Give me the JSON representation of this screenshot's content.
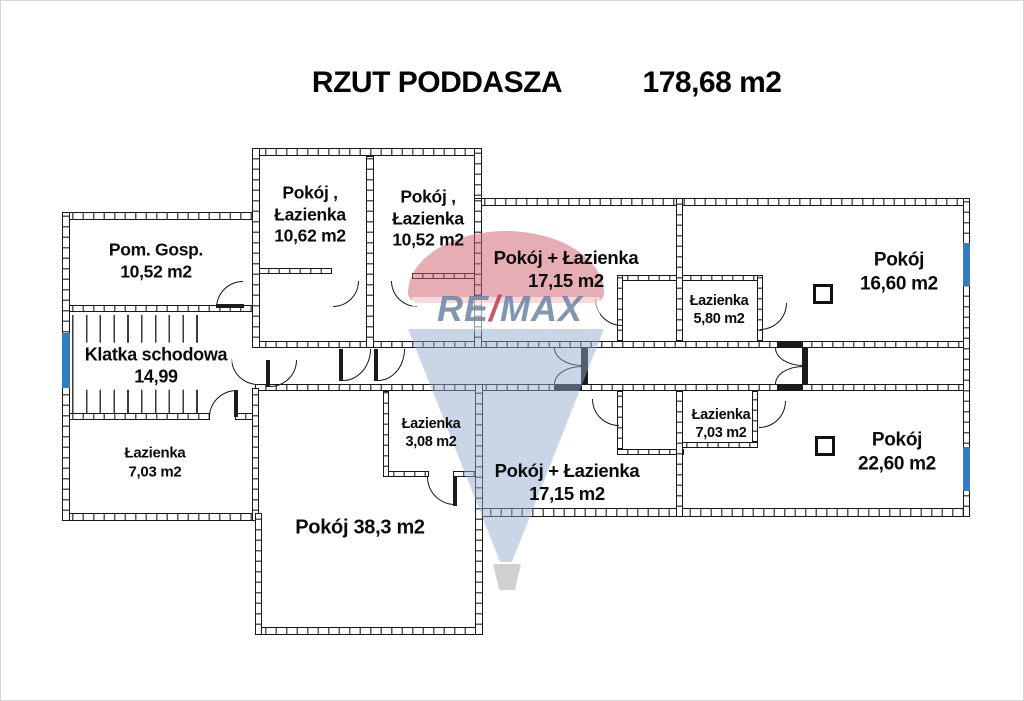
{
  "title": {
    "main": "RZUT PODDASZA",
    "area": "178,68 m2"
  },
  "watermark": {
    "re": "RE",
    "slash": "/",
    "max": "MAX"
  },
  "colors": {
    "window": "#2e7fc4",
    "wall_line": "#191919",
    "watermark_red": "#cf5c6a",
    "watermark_blue": "#91a9cd",
    "text": "#0b0b0b"
  },
  "rooms": [
    {
      "id": "pom-gosp",
      "lines": [
        "Pom. Gosp.",
        "10,52 m2"
      ]
    },
    {
      "id": "klatka-schodowa",
      "lines": [
        "Klatka schodowa",
        "14,99"
      ]
    },
    {
      "id": "lazienka-left",
      "lines": [
        "Łazienka",
        "7,03 m2"
      ]
    },
    {
      "id": "pokoj-lazienka-1062",
      "lines": [
        "Pokój ,",
        "Łazienka",
        "10,62 m2"
      ]
    },
    {
      "id": "pokoj-lazienka-1052",
      "lines": [
        "Pokój ,",
        "Łazienka",
        "10,52 m2"
      ]
    },
    {
      "id": "pokoj-lazienka-top",
      "lines": [
        "Pokój + Łazienka",
        "17,15 m2"
      ]
    },
    {
      "id": "lazienka-580",
      "lines": [
        "Łazienka",
        "5,80 m2"
      ]
    },
    {
      "id": "pokoj-1660",
      "lines": [
        "Pokój",
        "16,60 m2"
      ]
    },
    {
      "id": "lazienka-308",
      "lines": [
        "Łazienka",
        "3,08 m2"
      ]
    },
    {
      "id": "pokoj-383",
      "lines": [
        "Pokój 38,3 m2"
      ]
    },
    {
      "id": "pokoj-lazienka-bottom",
      "lines": [
        "Pokój + Łazienka",
        "17,15 m2"
      ]
    },
    {
      "id": "lazienka-703-right",
      "lines": [
        "Łazienka",
        "7,03 m2"
      ]
    },
    {
      "id": "pokoj-2260",
      "lines": [
        "Pokój",
        "22,60 m2"
      ]
    }
  ]
}
